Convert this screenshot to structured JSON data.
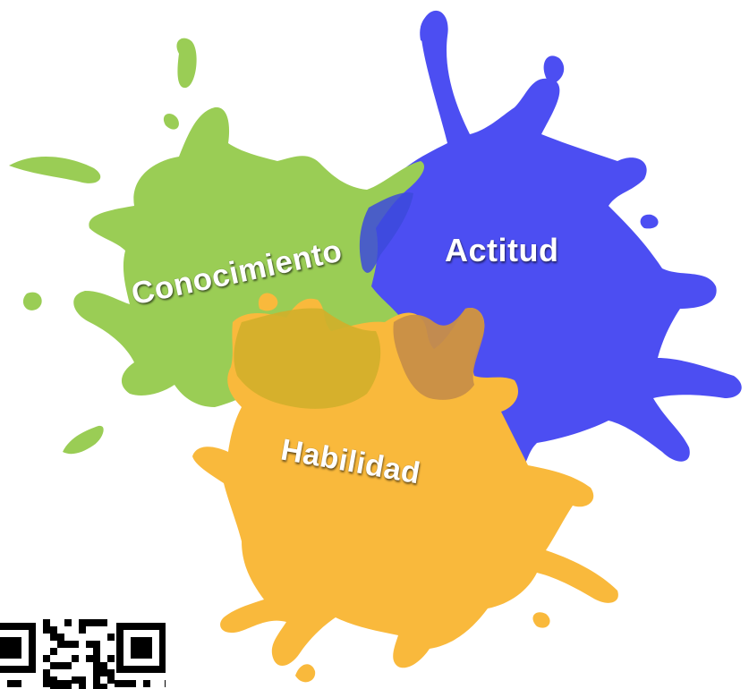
{
  "splashes": [
    {
      "id": "conocimiento",
      "label": "Conocimiento",
      "color": "#9acd55"
    },
    {
      "id": "actitud",
      "label": "Actitud",
      "color": "#4c4ef2"
    },
    {
      "id": "habilidad",
      "label": "Habilidad",
      "color": "#f9b93c"
    }
  ],
  "overlap_colors": {
    "conocimiento_habilidad": "#d1af2a",
    "actitud_habilidad": "#c88e47",
    "conocimiento_actitud": "#3c4adc"
  },
  "qr_code": {
    "icon": "qr-code-icon",
    "color": "#000000"
  }
}
